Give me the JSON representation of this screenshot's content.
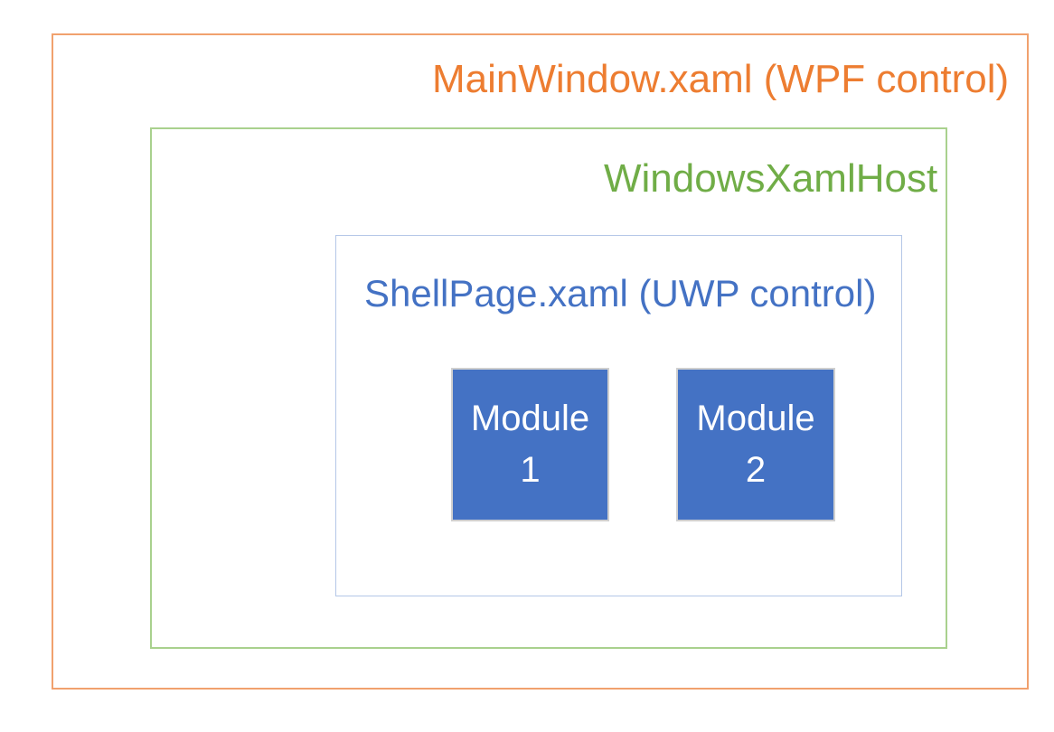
{
  "diagram": {
    "outer_box": {
      "label": "MainWindow.xaml (WPF control)",
      "text_color": "#ED7D31",
      "border_color": "#F1A16E"
    },
    "host_box": {
      "label": "WindowsXamlHost",
      "text_color": "#70AD47",
      "border_color": "#A9D18E"
    },
    "shell_box": {
      "label": "ShellPage.xaml (UWP control)",
      "text_color": "#4472C4",
      "border_color": "#B4C7E7"
    },
    "modules": [
      {
        "label_line1": "Module",
        "label_line2": "1",
        "fill_color": "#4472C4",
        "border_color": "#CFCFCF",
        "text_color": "#FFFFFF"
      },
      {
        "label_line1": "Module",
        "label_line2": "2",
        "fill_color": "#4472C4",
        "border_color": "#CFCFCF",
        "text_color": "#FFFFFF"
      }
    ]
  }
}
